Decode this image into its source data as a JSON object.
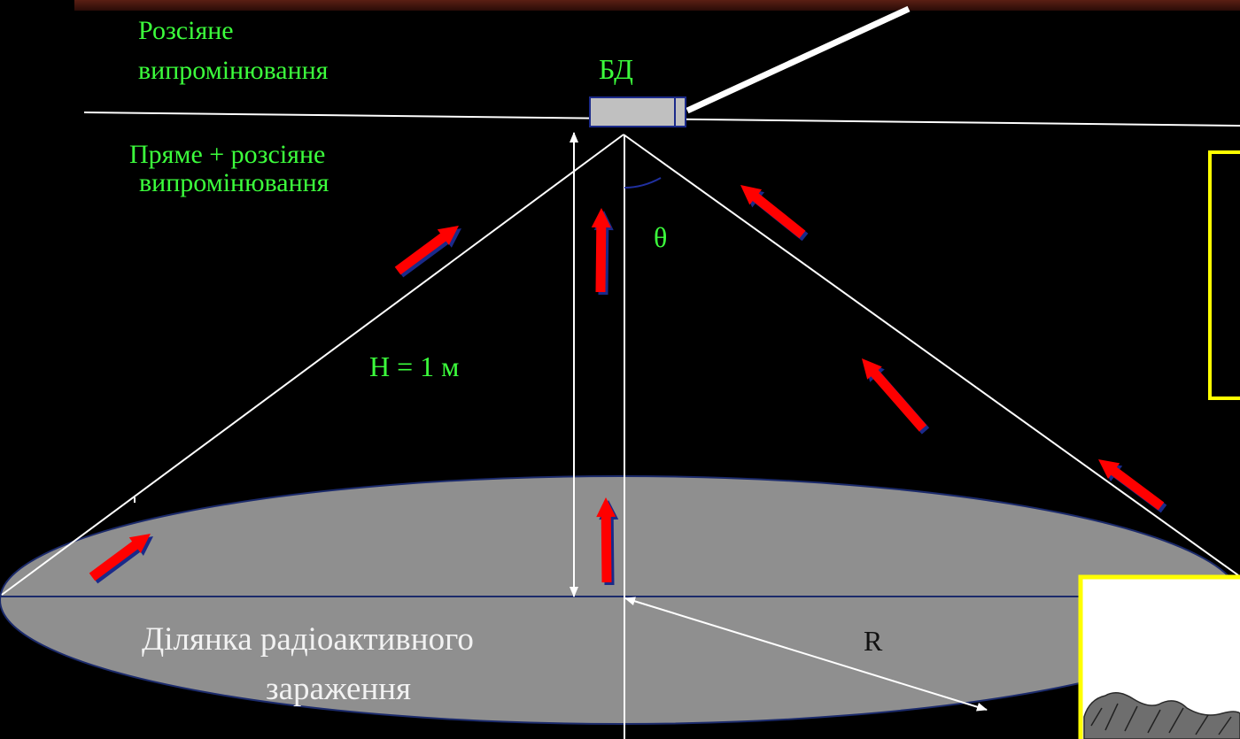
{
  "labels": {
    "scattered_line1": "Розсіяне",
    "scattered_line2": "випромінювання",
    "direct_line1": "Пряме + розсіяне",
    "direct_line2": "випромінювання",
    "detector": "БД",
    "theta": "θ",
    "height": "Н = 1 м",
    "radius": "R",
    "area_line1": "Ділянка радіоактивного",
    "area_line2": "зараження"
  },
  "colors": {
    "background": "#000000",
    "label_green": "#3cff3c",
    "area_fill": "#8f8f8f",
    "arrow_fill": "#ff0000",
    "arrow_edge": "#1a2a8a",
    "box_border": "#ffff00",
    "detector_fill": "#c0c0c0"
  }
}
